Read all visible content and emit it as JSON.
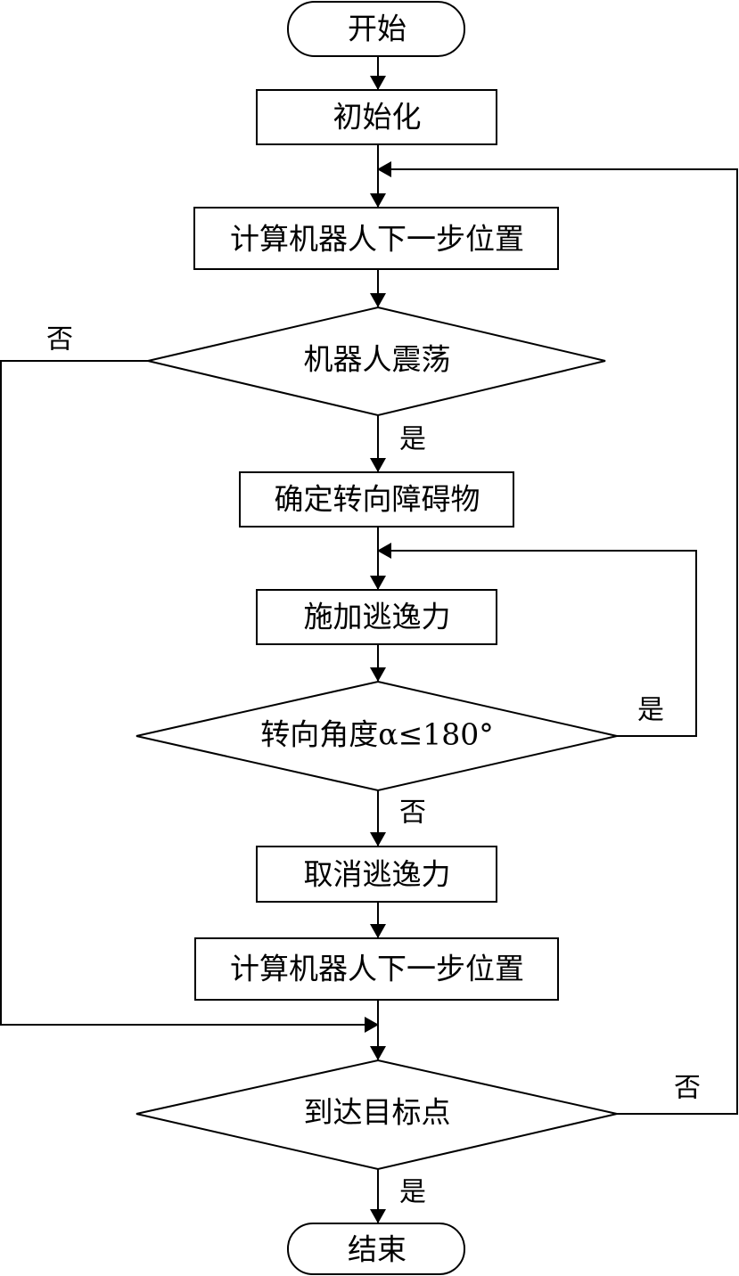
{
  "diagram": {
    "type": "flowchart",
    "nodes": {
      "start": {
        "shape": "terminator",
        "label": "开始"
      },
      "init": {
        "shape": "process",
        "label": "初始化"
      },
      "compute1": {
        "shape": "process",
        "label": "计算机器人下一步位置"
      },
      "oscillate": {
        "shape": "decision",
        "label": "机器人震荡"
      },
      "obstacle": {
        "shape": "process",
        "label": "确定转向障碍物"
      },
      "apply_force": {
        "shape": "process",
        "label": "施加逃逸力"
      },
      "angle_check": {
        "shape": "decision",
        "label": "转向角度α≤180°"
      },
      "cancel_force": {
        "shape": "process",
        "label": "取消逃逸力"
      },
      "compute2": {
        "shape": "process",
        "label": "计算机器人下一步位置"
      },
      "goal_check": {
        "shape": "decision",
        "label": "到达目标点"
      },
      "end": {
        "shape": "terminator",
        "label": "结束"
      }
    },
    "edges": [
      {
        "from": "start",
        "to": "init",
        "label": ""
      },
      {
        "from": "init",
        "to": "compute1",
        "label": ""
      },
      {
        "from": "compute1",
        "to": "oscillate",
        "label": ""
      },
      {
        "from": "oscillate",
        "to": "obstacle",
        "label": "是"
      },
      {
        "from": "oscillate",
        "to": "goal_check",
        "label": "否"
      },
      {
        "from": "obstacle",
        "to": "apply_force",
        "label": ""
      },
      {
        "from": "apply_force",
        "to": "angle_check",
        "label": ""
      },
      {
        "from": "angle_check",
        "to": "apply_force",
        "label": "是"
      },
      {
        "from": "angle_check",
        "to": "cancel_force",
        "label": "否"
      },
      {
        "from": "cancel_force",
        "to": "compute2",
        "label": ""
      },
      {
        "from": "compute2",
        "to": "goal_check",
        "label": ""
      },
      {
        "from": "goal_check",
        "to": "end",
        "label": "是"
      },
      {
        "from": "goal_check",
        "to": "compute1",
        "label": "否"
      }
    ],
    "edge_labels": {
      "oscillate_no": "否",
      "oscillate_yes": "是",
      "angle_yes": "是",
      "angle_no": "否",
      "goal_no": "否",
      "goal_yes": "是"
    }
  }
}
